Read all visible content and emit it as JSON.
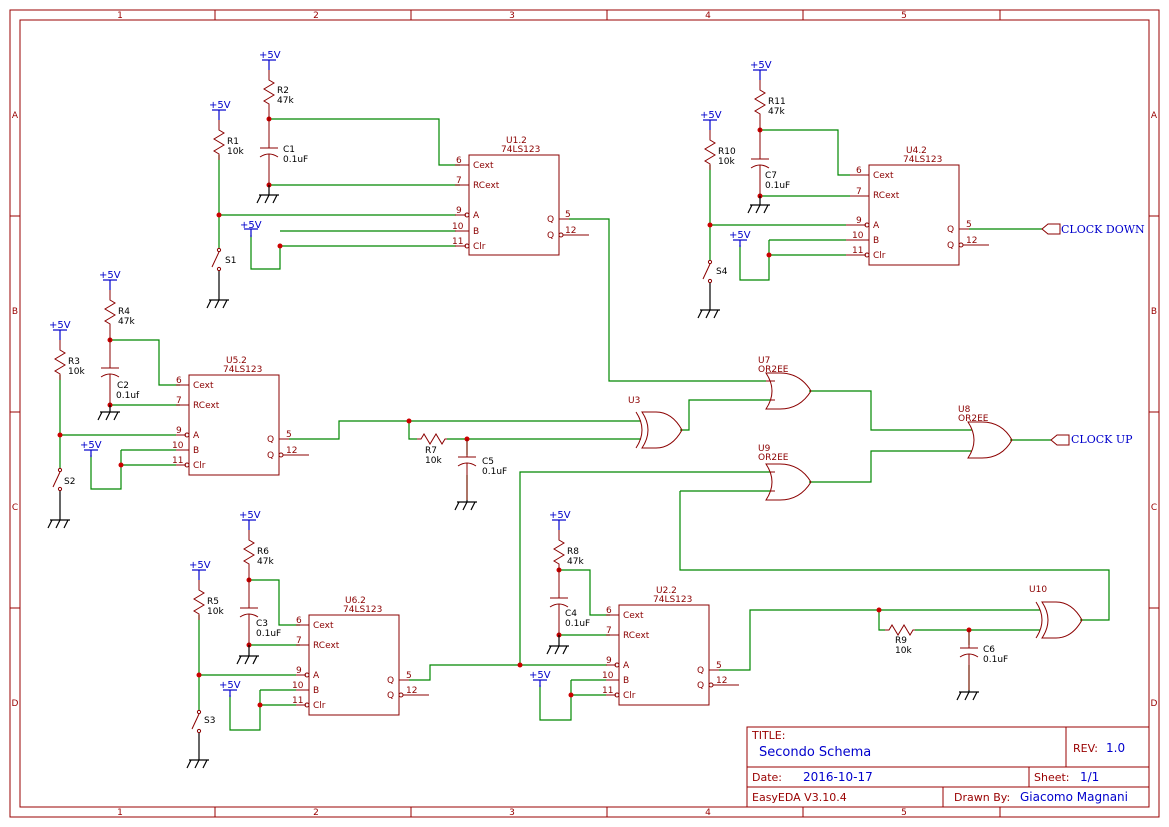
{
  "zones": {
    "columns": [
      "1",
      "2",
      "3",
      "4",
      "5"
    ],
    "rows": [
      "A",
      "B",
      "C",
      "D"
    ]
  },
  "power_label": "+5V",
  "net_labels": {
    "clock_down": "CLOCK DOWN",
    "clock_up": "CLOCK UP"
  },
  "chips": {
    "u12": {
      "ref": "U1.2",
      "part": "74LS123"
    },
    "u42": {
      "ref": "U4.2",
      "part": "74LS123"
    },
    "u52": {
      "ref": "U5.2",
      "part": "74LS123"
    },
    "u62": {
      "ref": "U6.2",
      "part": "74LS123"
    },
    "u22": {
      "ref": "U2.2",
      "part": "74LS123"
    }
  },
  "chip_pins": {
    "cext": "Cext",
    "rcext": "RCext",
    "a": "A",
    "b": "B",
    "clr": "Clr",
    "q": "Q",
    "qbar": "Q",
    "n6": "6",
    "n7": "7",
    "n9": "9",
    "n10": "10",
    "n11": "11",
    "n5": "5",
    "n12": "12"
  },
  "gates": {
    "u7": {
      "ref": "U7",
      "part": "OR2EE"
    },
    "u8": {
      "ref": "U8",
      "part": "OR2EE"
    },
    "u9": {
      "ref": "U9",
      "part": "OR2EE"
    },
    "u3": {
      "ref": "U3"
    },
    "u10": {
      "ref": "U10"
    }
  },
  "resistors": {
    "r1": {
      "ref": "R1",
      "value": "10k"
    },
    "r2": {
      "ref": "R2",
      "value": "47k"
    },
    "r3": {
      "ref": "R3",
      "value": "10k"
    },
    "r4": {
      "ref": "R4",
      "value": "47k"
    },
    "r5": {
      "ref": "R5",
      "value": "10k"
    },
    "r6": {
      "ref": "R6",
      "value": "47k"
    },
    "r7": {
      "ref": "R7",
      "value": "10k"
    },
    "r8": {
      "ref": "R8",
      "value": "47k"
    },
    "r9": {
      "ref": "R9",
      "value": "10k"
    },
    "r10": {
      "ref": "R10",
      "value": "10k"
    },
    "r11": {
      "ref": "R11",
      "value": "47k"
    }
  },
  "capacitors": {
    "c1": {
      "ref": "C1",
      "value": "0.1uF"
    },
    "c2": {
      "ref": "C2",
      "value": "0.1uf"
    },
    "c3": {
      "ref": "C3",
      "value": "0.1uF"
    },
    "c4": {
      "ref": "C4",
      "value": "0.1uF"
    },
    "c5": {
      "ref": "C5",
      "value": "0.1uF"
    },
    "c6": {
      "ref": "C6",
      "value": "0.1uF"
    },
    "c7": {
      "ref": "C7",
      "value": "0.1uF"
    }
  },
  "switches": {
    "s1": "S1",
    "s2": "S2",
    "s3": "S3",
    "s4": "S4"
  },
  "title_block": {
    "title_label": "TITLE:",
    "title": "Secondo Schema",
    "rev_label": "REV:",
    "rev": "1.0",
    "date_label": "Date:",
    "date": "2016-10-17",
    "sheet_label": "Sheet:",
    "sheet": "1/1",
    "tool": "EasyEDA V3.10.4",
    "drawn_label": "Drawn By:",
    "drawn_by": "Giacomo Magnani"
  },
  "colors": {
    "frame": "#990000",
    "wire": "#008800",
    "component": "#8b0000",
    "power": "#0000cc",
    "junction": "#cc0000"
  }
}
